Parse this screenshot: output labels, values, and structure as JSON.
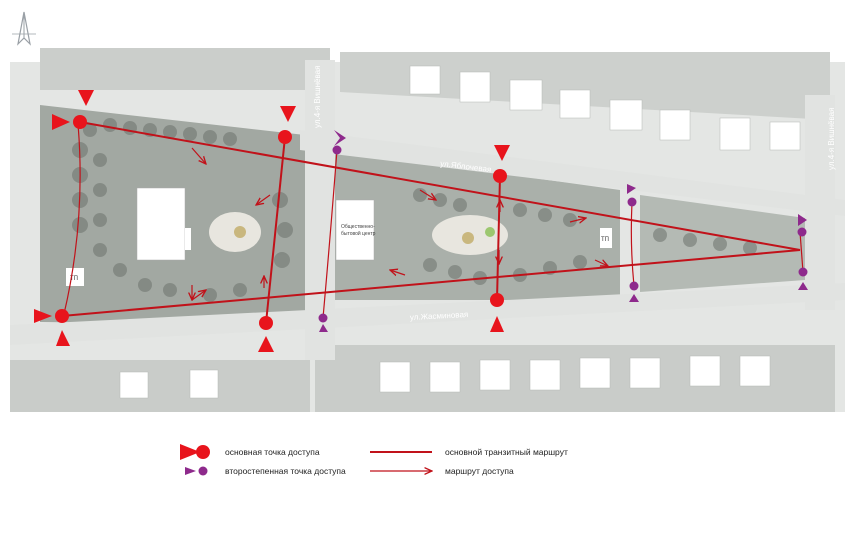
{
  "map": {
    "streets": {
      "yablochnaya": "ул.Яблочевая",
      "zhasminovaya": "ул.Жасминовая",
      "vishnevaya_left": "ул.4-я Вишнёвая",
      "vishnevaya_right": "ул.4-я Вишнёвая"
    },
    "buildings": {
      "public_center_line1": "Общественно-",
      "public_center_line2": "бытовой центр",
      "tp_left": "ТП",
      "tp_right": "ТП"
    }
  },
  "legend": {
    "primary_access": "основная точка доступа",
    "secondary_access": "второстепенная точка доступа",
    "main_transit": "основной транзитный маршрут",
    "access_route": "маршрут доступа"
  },
  "colors": {
    "primary": "#e8141c",
    "route": "#c1121a",
    "secondary": "#8e2a8c",
    "road": "#e1e3e1",
    "block": "#c9ccc9",
    "green": "#9fa59f",
    "tree": "#6d736d"
  }
}
